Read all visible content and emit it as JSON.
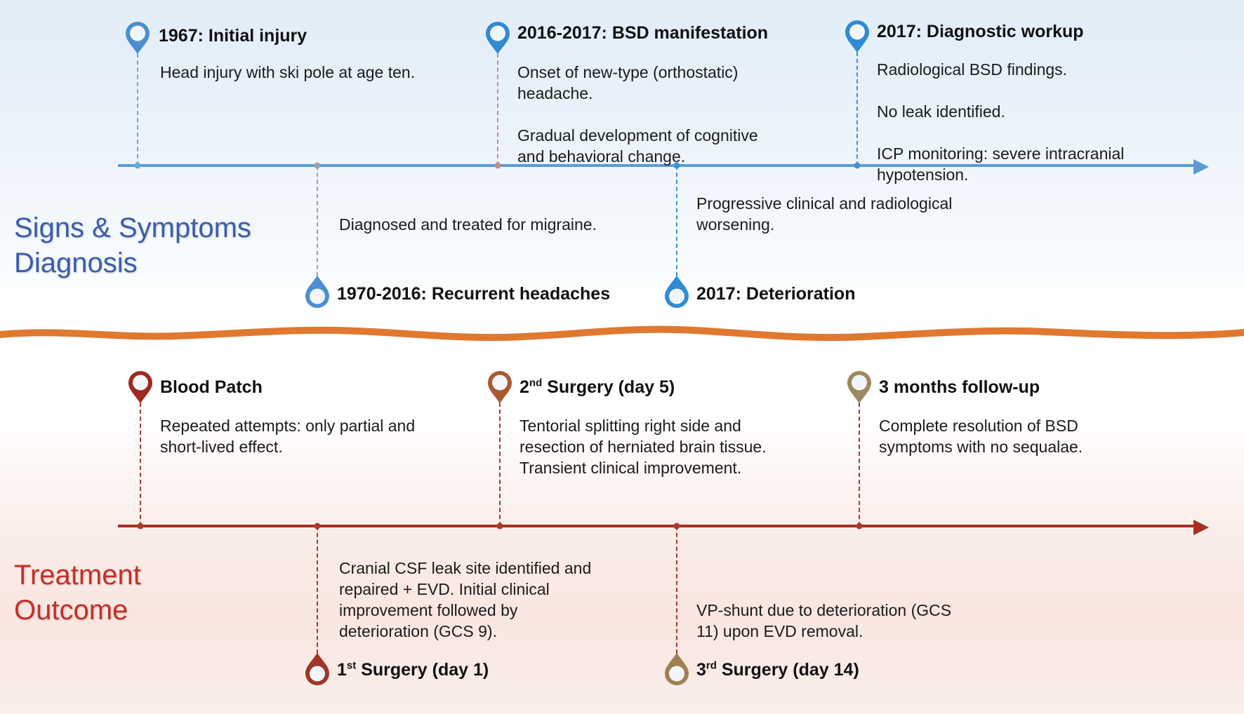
{
  "sections": {
    "top": {
      "caption": "Signs & Symptoms\nDiagnosis",
      "color": "#3b5ea9",
      "axis_color": "#5b9bd5"
    },
    "bottom": {
      "caption": "Treatment\nOutcome",
      "color": "#c23127",
      "axis_color": "#a52e21"
    }
  },
  "divider": {
    "name": "wavy-divider",
    "color": "#e0782f"
  },
  "timeline_top": {
    "events_above": [
      {
        "title": "1967: Initial injury",
        "body": "Head injury with ski pole at age ten.",
        "pin_color": "#4a90cf",
        "connector_color": "#6aa9da"
      },
      {
        "title": "2016-2017: BSD manifestation",
        "body": "Onset of new-type (orthostatic)\nheadache.\n\nGradual development of cognitive\nand behavioral change.",
        "pin_color": "#2f8bd4",
        "connector_color": "#c28d82"
      },
      {
        "title": "2017: Diagnostic  workup",
        "body": "Radiological BSD findings.\n\nNo leak identified.\n\nICP monitoring: severe intracranial\nhypotension.",
        "pin_color": "#2f8bd4",
        "connector_color": "#3e93d6"
      }
    ],
    "events_below": [
      {
        "title": "1970-2016: Recurrent headaches",
        "body": "Diagnosed and treated for migraine.",
        "pin_color": "#4a90cf",
        "connector_color": "#9aa3ab"
      },
      {
        "title": "2017: Deterioration",
        "body": "Progressive clinical and radiological\nworsening.",
        "pin_color": "#2f8bd4",
        "connector_color": "#3e93d6"
      }
    ]
  },
  "timeline_bottom": {
    "events_above": [
      {
        "title": "Blood Patch",
        "body": "Repeated attempts: only partial and\nshort-lived effect.",
        "pin_color": "#9e2a1f",
        "connector_color": "#a9392b"
      },
      {
        "title_pre": "2",
        "title_sup": "nd",
        "title_post": " Surgery (day 5)",
        "title": "2nd Surgery (day 5)",
        "body": "Tentorial splitting right side and\nresection of herniated brain tissue.\nTransient clinical improvement.",
        "pin_color": "#a85a31",
        "connector_color": "#a9392b"
      },
      {
        "title": "3 months follow-up",
        "body": "Complete resolution of BSD\nsymptoms with no sequalae.",
        "pin_color": "#9c8a5c",
        "connector_color": "#a9392b"
      }
    ],
    "events_below": [
      {
        "title_pre": "1",
        "title_sup": "st",
        "title_post": " Surgery (day 1)",
        "title": "1st Surgery (day 1)",
        "body": "Cranial CSF leak site identified and\nrepaired + EVD. Initial clinical\nimprovement followed by\ndeterioration (GCS 9).",
        "pin_color": "#9e3527",
        "connector_color": "#a9392b"
      },
      {
        "title_pre": "3",
        "title_sup": "rd",
        "title_post": " Surgery (day 14)",
        "title": "3rd Surgery (day 14)",
        "body": "VP-shunt due to deterioration (GCS\n11) upon EVD removal.",
        "pin_color": "#a08050",
        "connector_color": "#a9392b"
      }
    ]
  }
}
